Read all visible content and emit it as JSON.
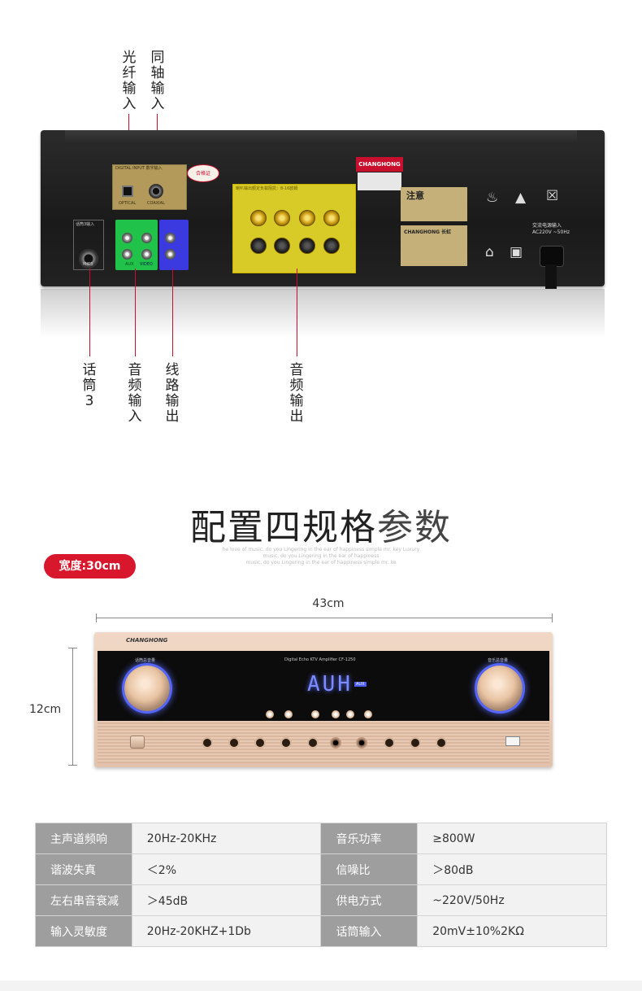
{
  "rear_panel": {
    "callouts_top": [
      {
        "id": "optical",
        "label": "光纤输入"
      },
      {
        "id": "coaxial",
        "label": "同轴输入"
      }
    ],
    "callouts_bottom": [
      {
        "id": "mic3",
        "label": "话筒3"
      },
      {
        "id": "audio_in",
        "label": "音频输入"
      },
      {
        "id": "line_out",
        "label": "线路输出"
      },
      {
        "id": "speaker_out",
        "label": "音频输出"
      }
    ],
    "digital_input_label": "DIGITAL INPUT 数字输入",
    "optical_text": "OPTICAL",
    "coaxial_text": "COAXIAL",
    "mic_box_label": "话筒3输入",
    "mic_box_sub": "MIC3",
    "aux_label": "AUX",
    "video_label": "VIDEO",
    "speaker_header": "喇叭输出额定负载阻抗：8-16欧姆",
    "brand_label": "CHANGHONG",
    "warning_title": "注意",
    "spec_plate_title": "CHANGHONG 长虹",
    "ac_label_1": "交流电源输入",
    "ac_label_2": "AC220V ~50Hz",
    "seal_text": "合格证"
  },
  "section": {
    "title_main": "配置四规格",
    "title_accent": "参数",
    "subtitle_1": "he love of music, do you Lingering in the ear of happiness simple mr. key Luxury",
    "subtitle_2": "music, do you Lingering in the ear of happiness",
    "subtitle_3": "music, do you Lingering in the ear of happiness simple mr. ke",
    "width_badge": "宽度:30cm",
    "dim_width": "43cm",
    "dim_height": "12cm"
  },
  "amplifier": {
    "brand": "CHANGHONG",
    "model": "Digital Echo KTV Amplifier CF-1250",
    "display": "AUH",
    "display_tag": "AUX",
    "left_knob_label": "话筒总音量",
    "right_knob_label": "音乐总音量"
  },
  "specs": [
    {
      "k1": "主声道频响",
      "v1": "20Hz-20KHz",
      "k2": "音乐功率",
      "v2": "≥800W"
    },
    {
      "k1": "谐波失真",
      "v1": "＜2%",
      "k2": "信噪比",
      "v2": "＞80dB"
    },
    {
      "k1": "左右串音衰减",
      "v1": "＞45dB",
      "k2": "供电方式",
      "v2": "~220V/50Hz"
    },
    {
      "k1": "输入灵敏度",
      "v1": "20Hz-20KHZ+1Db",
      "k2": "话筒输入",
      "v2": "20mV±10%2KΩ"
    }
  ],
  "colors": {
    "accent_red": "#d8162c",
    "callout_line": "#c8102e",
    "table_key_bg": "#9e9e9e",
    "table_val_bg": "#f2f2f2",
    "display_blue": "#7b8cff"
  }
}
